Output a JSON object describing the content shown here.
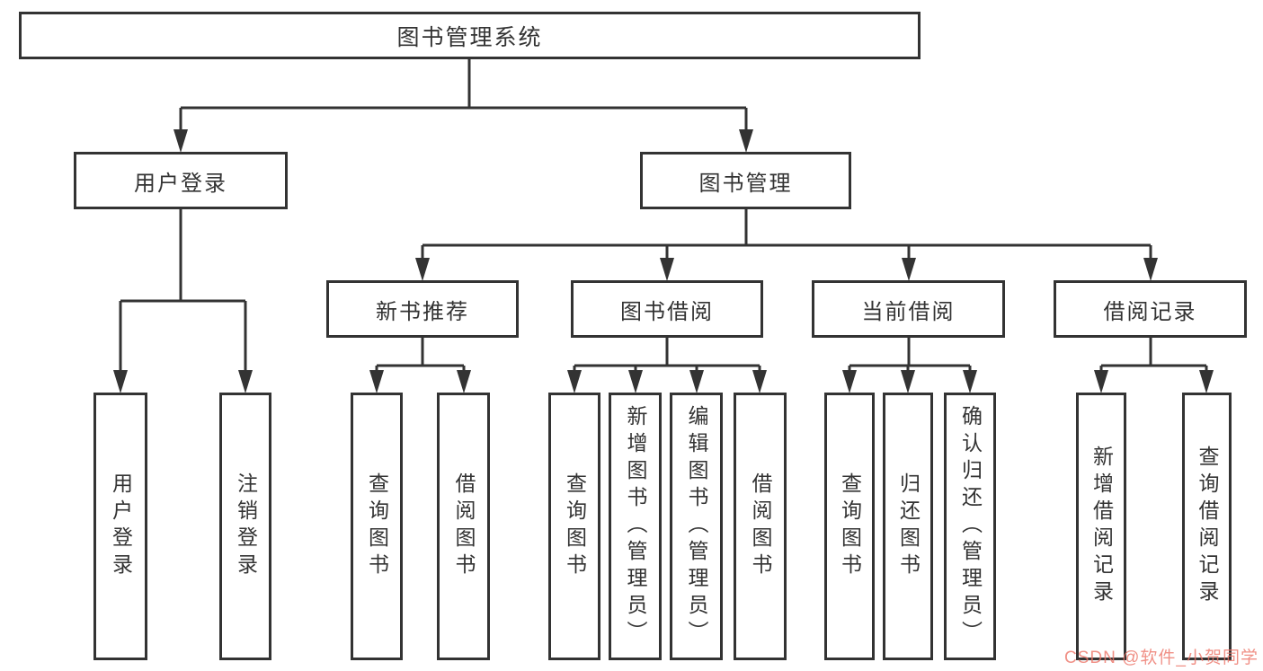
{
  "diagram": {
    "title": "图书管理系统",
    "type": "hierarchy-tree",
    "nodes": {
      "root": {
        "label": "图书管理系统"
      },
      "user_login": {
        "label": "用户登录"
      },
      "book_management": {
        "label": "图书管理"
      },
      "login_leaf": {
        "label": "用户登录"
      },
      "logout_leaf": {
        "label": "注销登录"
      },
      "new_book_recommend": {
        "label": "新书推荐"
      },
      "book_borrow": {
        "label": "图书借阅"
      },
      "current_borrow": {
        "label": "当前借阅"
      },
      "borrow_record": {
        "label": "借阅记录"
      },
      "nbr_query_book": {
        "label": "查询图书"
      },
      "nbr_borrow_book": {
        "label": "借阅图书"
      },
      "bb_query_book": {
        "label": "查询图书"
      },
      "bb_add_book": {
        "label": "新增图书（管理员）"
      },
      "bb_edit_book": {
        "label": "编辑图书（管理员）"
      },
      "bb_borrow_book": {
        "label": "借阅图书"
      },
      "cb_query_book": {
        "label": "查询图书"
      },
      "cb_return_book": {
        "label": "归还图书"
      },
      "cb_confirm_return": {
        "label": "确认归还（管理员）"
      },
      "br_add_record": {
        "label": "新增借阅记录"
      },
      "br_query_record": {
        "label": "查询借阅记录"
      }
    },
    "edges": [
      {
        "from": "图书管理系统",
        "to": "用户登录"
      },
      {
        "from": "图书管理系统",
        "to": "图书管理"
      },
      {
        "from": "用户登录",
        "to": "用户登录"
      },
      {
        "from": "用户登录",
        "to": "注销登录"
      },
      {
        "from": "图书管理",
        "to": "新书推荐"
      },
      {
        "from": "图书管理",
        "to": "图书借阅"
      },
      {
        "from": "图书管理",
        "to": "当前借阅"
      },
      {
        "from": "图书管理",
        "to": "借阅记录"
      },
      {
        "from": "新书推荐",
        "to": "查询图书"
      },
      {
        "from": "新书推荐",
        "to": "借阅图书"
      },
      {
        "from": "图书借阅",
        "to": "查询图书"
      },
      {
        "from": "图书借阅",
        "to": "新增图书（管理员）"
      },
      {
        "from": "图书借阅",
        "to": "编辑图书（管理员）"
      },
      {
        "from": "图书借阅",
        "to": "借阅图书"
      },
      {
        "from": "当前借阅",
        "to": "查询图书"
      },
      {
        "from": "当前借阅",
        "to": "归还图书"
      },
      {
        "from": "当前借阅",
        "to": "确认归还（管理员）"
      },
      {
        "from": "借阅记录",
        "to": "新增借阅记录"
      },
      {
        "from": "借阅记录",
        "to": "查询借阅记录"
      }
    ],
    "colors": {
      "line": "#333333",
      "box_border": "#333333",
      "box_fill": "#ffffff",
      "text": "#333333",
      "background": "#ffffff",
      "watermark": "#ec7468"
    },
    "watermark": {
      "text": "CSDN @软件_小贺同学"
    }
  }
}
